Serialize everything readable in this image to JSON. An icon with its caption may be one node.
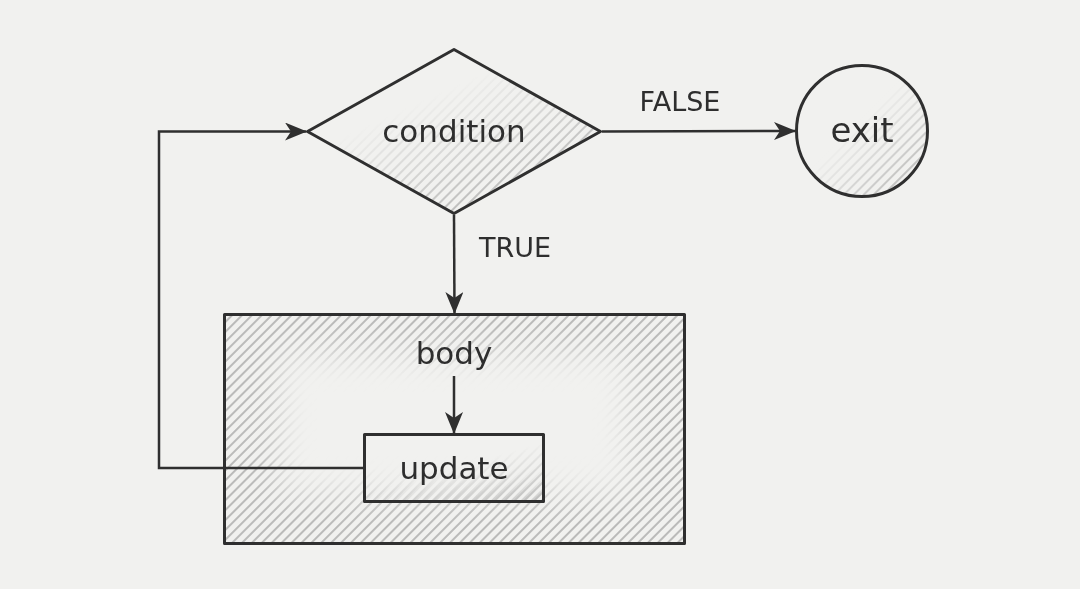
{
  "diagram": {
    "nodes": [
      {
        "text": [
          "condition"
        ]
      },
      {
        "text": [
          "exit"
        ]
      },
      {
        "text": [],
        "shape": "box"
      },
      {
        "text": [
          "body"
        ],
        "in": 2
      },
      {
        "text": [
          "update"
        ],
        "in": 2
      }
    ],
    "edges": [
      {
        "from": 0,
        "to": 1,
        "arrow": "to",
        "label": "FALSE"
      },
      {
        "from": 0,
        "to": 2,
        "arrow": "to",
        "label": "TRUE"
      },
      {
        "from": 3,
        "to": 4,
        "arrow": "to"
      },
      {
        "from": 4,
        "to": 0,
        "arrow": "to"
      }
    ]
  }
}
